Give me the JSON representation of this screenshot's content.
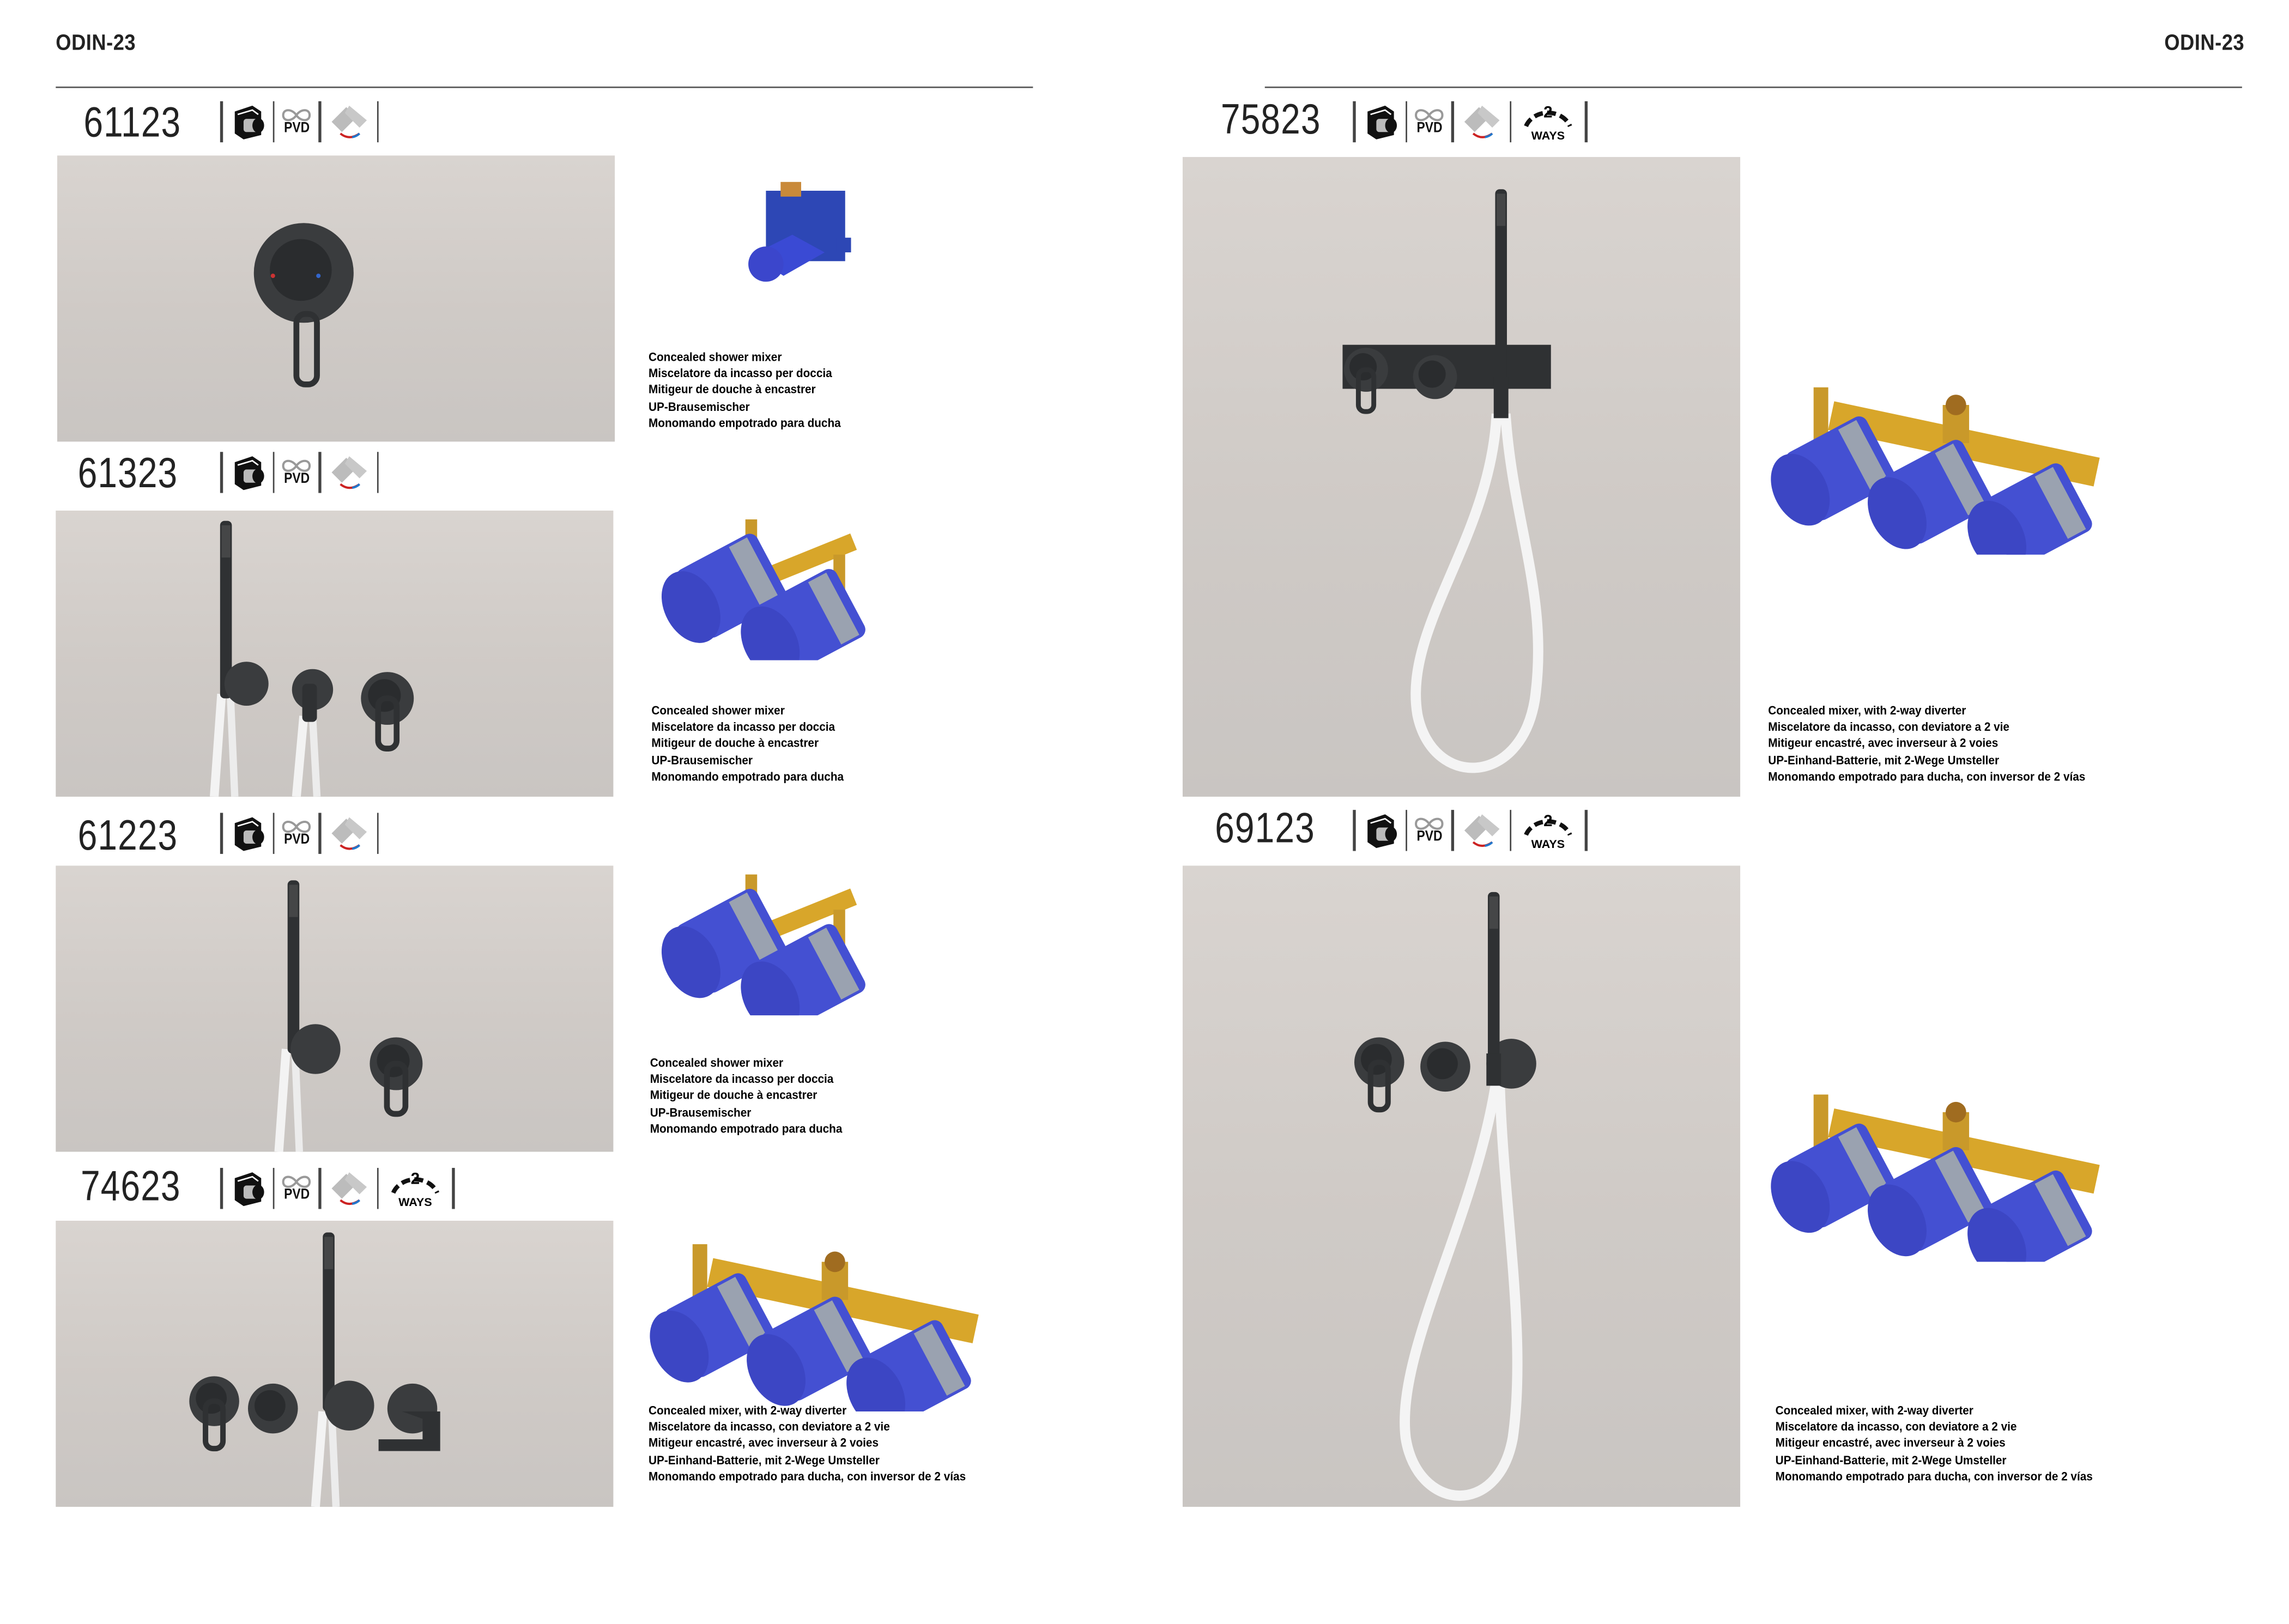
{
  "header": {
    "left_title": "ODIN-23",
    "right_title": "ODIN-23"
  },
  "icon_labels": {
    "pvd": "PVD",
    "ways_number": "2",
    "ways_text": "WAYS"
  },
  "colors": {
    "fixture": "#2f3133",
    "valve_blue": "#3d47c8",
    "valve_gold": "#d9a92a",
    "hose": "#f4f4f4",
    "background": "#d3cecb"
  },
  "products": [
    {
      "code": "61123",
      "icons": [
        "concealed-box-icon",
        "pvd-icon",
        "temperature-lever-icon"
      ],
      "description": [
        "Concealed shower mixer",
        "Miscelatore da incasso per doccia",
        "Mitigeur de douche à encastrer",
        "UP-Brausemischer",
        "Monomando empotrado para ducha"
      ]
    },
    {
      "code": "61323",
      "icons": [
        "concealed-box-icon",
        "pvd-icon",
        "temperature-lever-icon"
      ],
      "description": [
        "Concealed shower mixer",
        "Miscelatore da incasso per doccia",
        "Mitigeur de douche à encastrer",
        "UP-Brausemischer",
        "Monomando empotrado para ducha"
      ]
    },
    {
      "code": "61223",
      "icons": [
        "concealed-box-icon",
        "pvd-icon",
        "temperature-lever-icon"
      ],
      "description": [
        "Concealed shower mixer",
        "Miscelatore da incasso per doccia",
        "Mitigeur de douche à encastrer",
        "UP-Brausemischer",
        "Monomando empotrado para ducha"
      ]
    },
    {
      "code": "74623",
      "icons": [
        "concealed-box-icon",
        "pvd-icon",
        "temperature-lever-icon",
        "two-ways-icon"
      ],
      "description": [
        "Concealed mixer, with 2-way diverter",
        "Miscelatore da incasso, con deviatore a 2 vie",
        "Mitigeur encastré, avec inverseur à 2 voies",
        "UP-Einhand-Batterie, mit 2-Wege Umsteller",
        "Monomando empotrado para ducha, con inversor de 2 vías"
      ]
    },
    {
      "code": "75823",
      "icons": [
        "concealed-box-icon",
        "pvd-icon",
        "temperature-lever-icon",
        "two-ways-icon"
      ],
      "description": [
        "Concealed mixer, with 2-way diverter",
        "Miscelatore da incasso, con deviatore a 2 vie",
        "Mitigeur encastré, avec inverseur à 2 voies",
        "UP-Einhand-Batterie, mit 2-Wege Umsteller",
        "Monomando empotrado para ducha, con inversor de 2 vías"
      ]
    },
    {
      "code": "69123",
      "icons": [
        "concealed-box-icon",
        "pvd-icon",
        "temperature-lever-icon",
        "two-ways-icon"
      ],
      "description": [
        "Concealed mixer, with 2-way diverter",
        "Miscelatore da incasso, con deviatore a 2 vie",
        "Mitigeur encastré, avec inverseur à 2 voies",
        "UP-Einhand-Batterie, mit 2-Wege Umsteller",
        "Monomando empotrado para ducha, con inversor de 2 vías"
      ]
    }
  ]
}
